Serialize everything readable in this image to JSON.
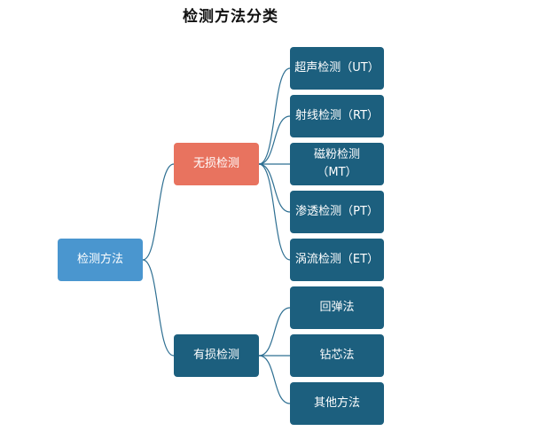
{
  "title": "检测方法分类",
  "colors": {
    "root": "#4a96cf",
    "nondestructive": "#e8735f",
    "destructive": "#1c5f7e",
    "leaf": "#1c5f7e",
    "connector": "#2e6f92"
  },
  "root": {
    "label": "检测方法"
  },
  "nondestructive": {
    "label": "无损检测",
    "children": [
      {
        "label": "超声检测（UT）"
      },
      {
        "label": "射线检测（RT）"
      },
      {
        "label": "磁粉检测（MT）"
      },
      {
        "label": "渗透检测（PT）"
      },
      {
        "label": "涡流检测（ET）"
      }
    ]
  },
  "destructive": {
    "label": "有损检测",
    "children": [
      {
        "label": "回弹法"
      },
      {
        "label": "钻芯法"
      },
      {
        "label": "其他方法"
      }
    ]
  }
}
